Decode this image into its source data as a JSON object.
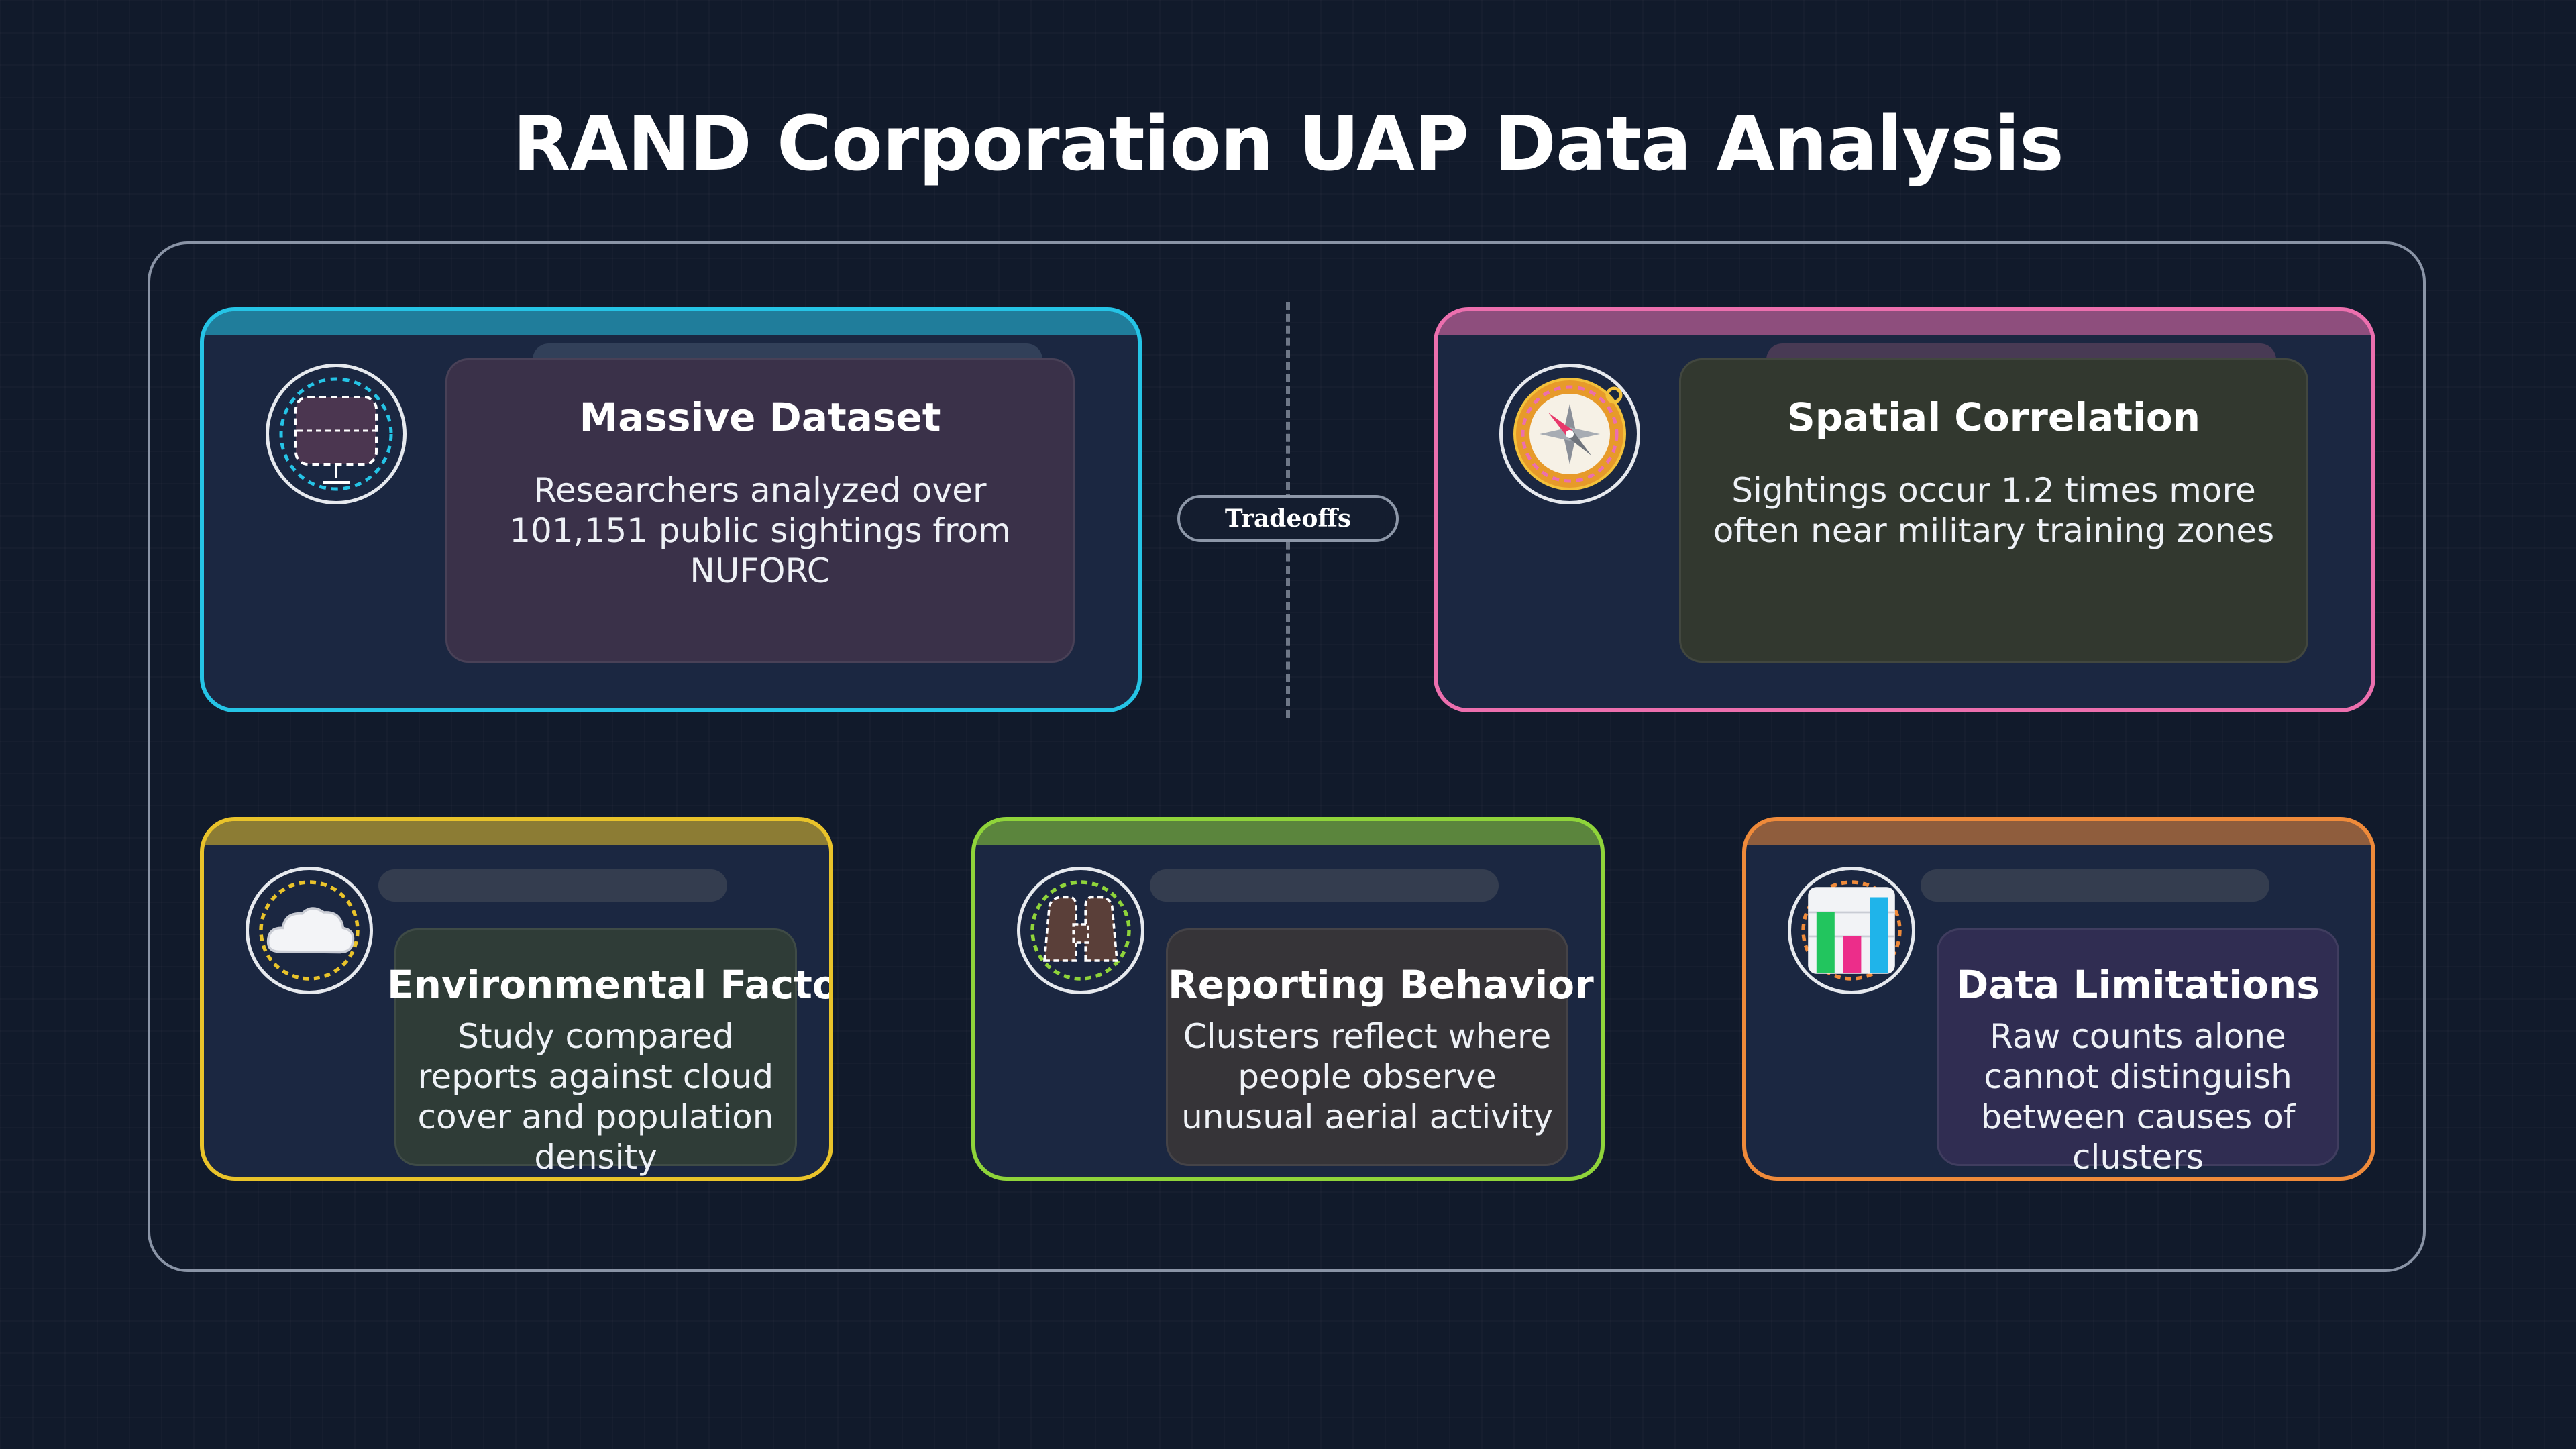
{
  "title": "RAND Corporation UAP Data Analysis",
  "divider_label": "Tradeoffs",
  "colors": {
    "background": "#111a2b",
    "card_fill": "#1b2741",
    "cyan": "#25c4e6",
    "pink": "#ec6fae",
    "yellow": "#e9c32a",
    "green": "#8fd43a",
    "orange": "#ef8a3a"
  },
  "cards": [
    {
      "title": "Massive Dataset",
      "description": "Researchers analyzed over 101,151 public sightings from NUFORC",
      "icon": "dataset-icon",
      "accent": "#25c4e6"
    },
    {
      "title": "Spatial Correlation",
      "description": "Sightings occur 1.2 times more often near military training zones",
      "icon": "compass-icon",
      "accent": "#ec6fae"
    },
    {
      "title": "Environmental Factors",
      "description": "Study compared reports against cloud cover and population density",
      "icon": "cloud-icon",
      "accent": "#e9c32a"
    },
    {
      "title": "Reporting Behavior",
      "description": "Clusters reflect where people observe unusual aerial activity",
      "icon": "binoculars-icon",
      "accent": "#8fd43a"
    },
    {
      "title": "Data Limitations",
      "description": "Raw counts alone cannot distinguish between causes of clusters",
      "icon": "bar-chart-icon",
      "accent": "#ef8a3a"
    }
  ]
}
